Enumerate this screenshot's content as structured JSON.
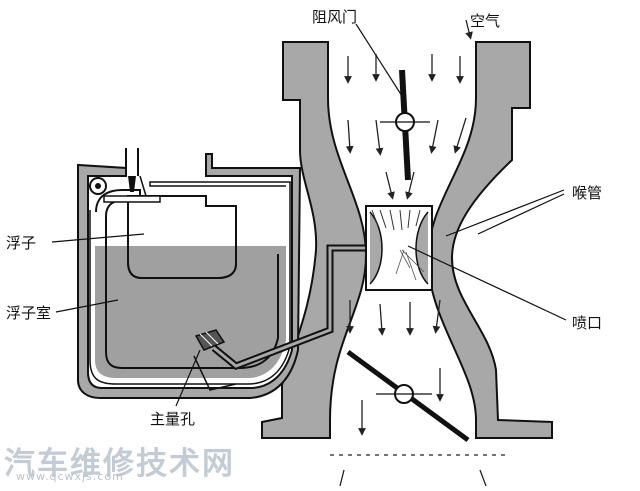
{
  "labels": {
    "choke_valve": "阻风门",
    "air": "空气",
    "float": "浮子",
    "venturi": "喉管",
    "float_chamber": "浮子室",
    "nozzle": "喷口",
    "main_jet": "主量孔"
  },
  "watermark": {
    "text": "汽车维修技术网",
    "url": "www.qcwxjs.com"
  },
  "colors": {
    "line": "#111111",
    "body_fill": "#a8a8a8",
    "fuel_fill": "#a0a0a0",
    "watermark": "#b9c4ce"
  }
}
